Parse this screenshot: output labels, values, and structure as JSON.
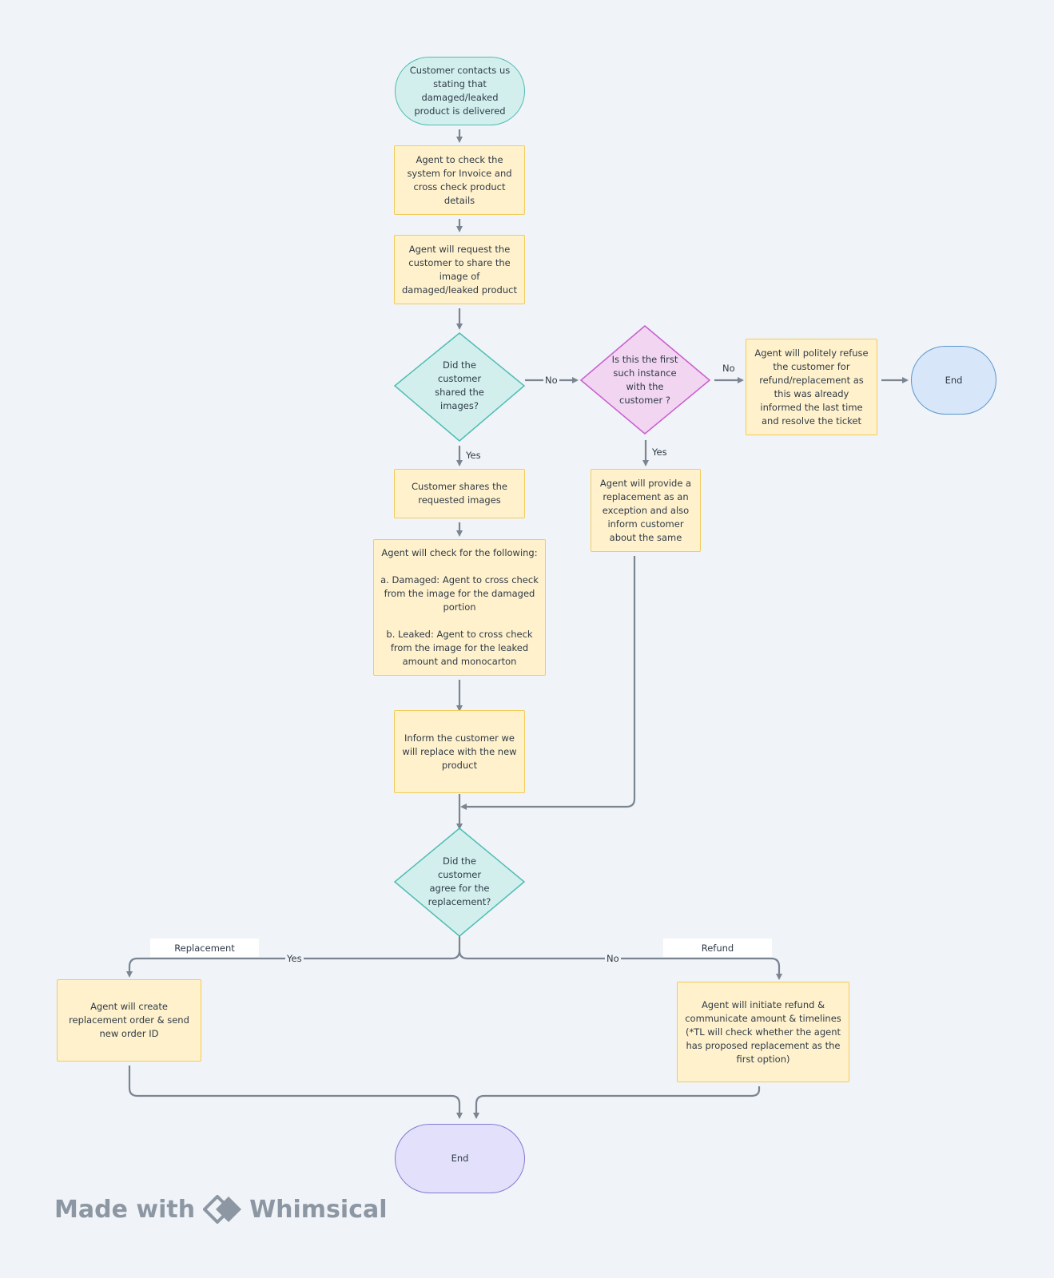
{
  "nodes": {
    "start": "Customer contacts us stating that damaged/leaked product is delivered",
    "check_system": "Agent to check the system for Invoice and cross check product details",
    "request_image": "Agent will request the customer to share the image of damaged/leaked product",
    "shared_images_q": "Did the customer shared the images?",
    "first_instance_q": "Is this the first such instance with the customer ?",
    "refuse": "Agent will politely refuse the customer for refund/replacement as this was already informed the last time and resolve the ticket",
    "end_right": "End",
    "shares_images": "Customer shares the requested images",
    "provide_exception": "Agent will provide a replacement as an exception and also inform customer about the same",
    "check_following": "Agent will check for the following:\n\na. Damaged: Agent to cross check from the image for the damaged portion\n\nb. Leaked: Agent to cross check from the image for the leaked amount and monocarton",
    "inform_replace": "Inform the customer we will replace with the new product",
    "agree_q": "Did the customer agree for the replacement?",
    "create_order": "Agent will create replacement order & send new order ID",
    "initiate_refund": "Agent will initiate refund & communicate amount & timelines (*TL will check whether the agent has proposed  replacement as the first option)",
    "end_bottom": "End"
  },
  "edge_labels": {
    "no_1": "No",
    "no_2": "No",
    "yes_1": "Yes",
    "yes_2": "Yes",
    "yes_3": "Yes",
    "no_3": "No"
  },
  "tags": {
    "replacement": "Replacement",
    "refund": "Refund"
  },
  "watermark": {
    "prefix": "Made with",
    "brand": "Whimsical"
  },
  "colors": {
    "rect_fill": "#fff1cc",
    "rect_border": "#f2cc5a",
    "teal_fill": "#d2efee",
    "teal_border": "#4fbdb3",
    "pink_fill": "#f1d5f1",
    "pink_border": "#c85ed0",
    "blue_fill": "#d7e6f8",
    "purple_fill": "#e2e0fb",
    "connector": "#7a8591"
  }
}
